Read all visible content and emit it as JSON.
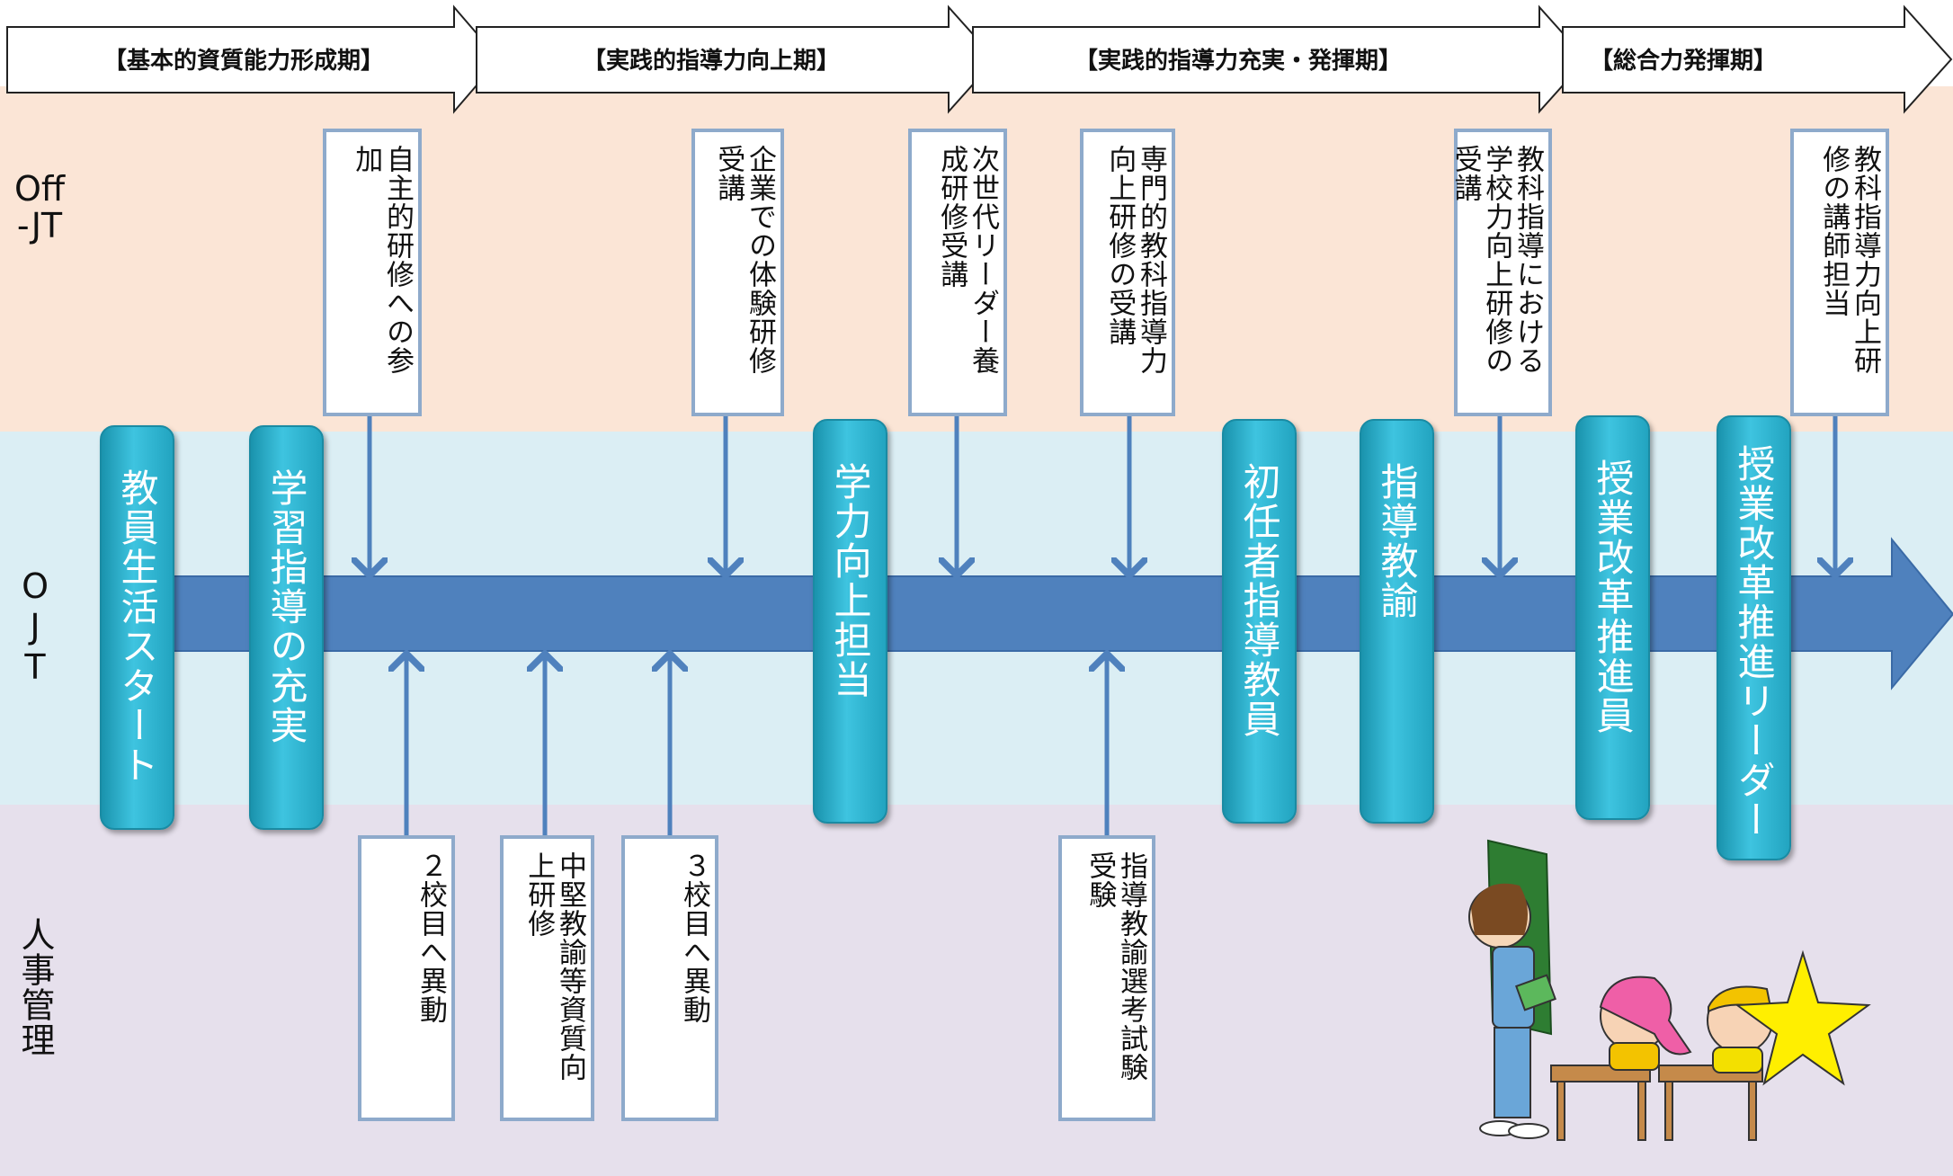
{
  "phases": [
    "【基本的資質能力形成期】",
    "【実践的指導力向上期】",
    "【実践的指導力充実・発揮期】",
    "【総合力発揮期】"
  ],
  "rows": {
    "off_jt": "Off -JT",
    "ojt": "OJT",
    "hr": "人事管理"
  },
  "off_jt_items": [
    "自主的研修への参加",
    "企業での体験研修受講",
    "次世代リーダー養成研修受講",
    "専門的教科指導力向上研修の受講",
    "教科指導における学校力向上研修の受講",
    "教科指導力向上研修の講師担当"
  ],
  "ojt_roles": [
    "教員生活スタート",
    "学習指導の充実",
    "学力向上担当",
    "初任者指導教員",
    "指導教諭",
    "授業改革推進員",
    "授業改革推進リーダー"
  ],
  "hr_items": [
    "２校目へ異動",
    "中堅教諭等資質向上研修",
    "３校目へ異動",
    "指導教諭選考試験受験"
  ],
  "colors": {
    "off_jt_band": "#fbe5d6",
    "ojt_band": "#dbeef4",
    "hr_band": "#e6e0ec",
    "main_arrow": "#4f81bd",
    "pill": "#31b7d4",
    "note_border": "#8eaacb"
  },
  "illustration": "teacher-and-students-illustration"
}
